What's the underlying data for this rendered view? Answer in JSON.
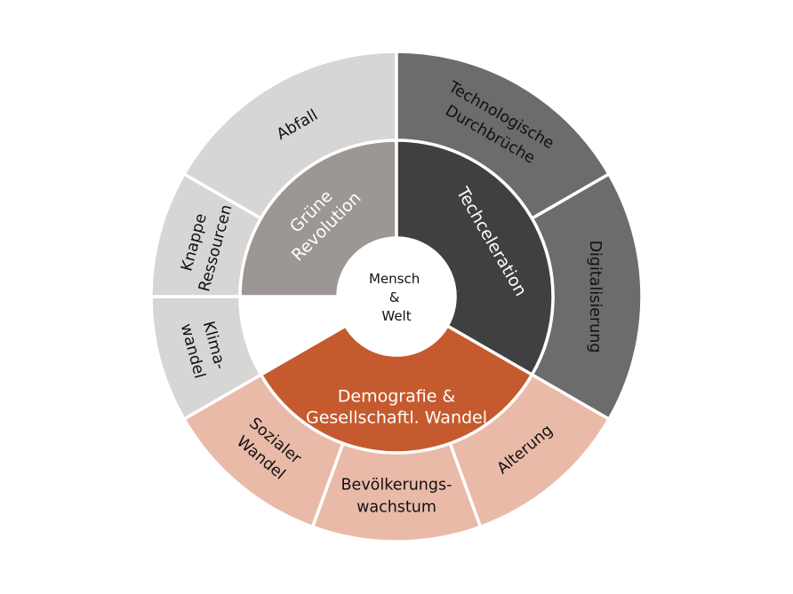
{
  "center": {
    "lines": [
      "Mensch",
      "&",
      "Welt"
    ],
    "fill": "#ffffff",
    "text_color": "#111111"
  },
  "inner_ring": [
    {
      "name": "gruene-revolution",
      "lines": [
        "Grüne",
        "Revolution"
      ],
      "fill": "#9c9794",
      "text_color": "#ffffff",
      "start": 270,
      "end": 360
    },
    {
      "name": "techceleration",
      "lines": [
        "Techceleration"
      ],
      "fill": "#404040",
      "text_color": "#ffffff",
      "start": 0,
      "end": 120
    },
    {
      "name": "demografie",
      "lines": [
        "Demografie &",
        "Gesellschaftl. Wandel"
      ],
      "fill": "#c55a2e",
      "text_color": "#ffffff",
      "start": 120,
      "end": 240
    }
  ],
  "outer_ring": [
    {
      "name": "abfall",
      "lines": [
        "Abfall"
      ],
      "fill": "#d8d6d5",
      "text_color": "#111111",
      "start": 300,
      "end": 360
    },
    {
      "name": "technologische-durchbrueche",
      "lines": [
        "Technologische",
        "Durchbrüche"
      ],
      "fill": "#6c6c6c",
      "text_color": "#111111",
      "start": 0,
      "end": 60
    },
    {
      "name": "digitalisierung",
      "lines": [
        "Digitalisierung"
      ],
      "fill": "#6c6c6c",
      "text_color": "#111111",
      "start": 60,
      "end": 120
    },
    {
      "name": "alterung",
      "lines": [
        "Alterung"
      ],
      "fill": "#eabaa8",
      "text_color": "#111111",
      "start": 120,
      "end": 160
    },
    {
      "name": "bevoelkerungswachstum",
      "lines": [
        "Bevölkerungs-",
        "wachstum"
      ],
      "fill": "#eabaa8",
      "text_color": "#111111",
      "start": 160,
      "end": 200
    },
    {
      "name": "sozialer-wandel",
      "lines": [
        "Sozialer",
        "Wandel"
      ],
      "fill": "#eabaa8",
      "text_color": "#111111",
      "start": 200,
      "end": 240
    },
    {
      "name": "klimawandel",
      "lines": [
        "Klima-",
        "wandel"
      ],
      "fill": "#d8d6d5",
      "text_color": "#111111",
      "start": 240,
      "end": 270
    },
    {
      "name": "knappe-ressourcen",
      "lines": [
        "Knappe",
        "Ressourcen"
      ],
      "fill": "#d8d6d5",
      "text_color": "#111111",
      "start": 270,
      "end": 300
    }
  ]
}
